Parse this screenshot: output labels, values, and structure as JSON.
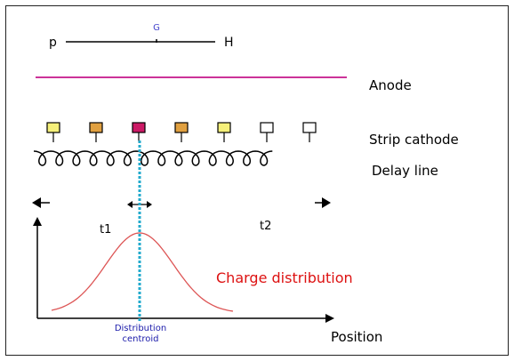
{
  "labels": {
    "p": "p",
    "g": "G",
    "h": "H",
    "anode": "Anode",
    "strip_cathode": "Strip cathode",
    "delay_line": "Delay line",
    "t1": "t1",
    "t2": "t2",
    "charge_distribution": "Charge distribution",
    "position": "Position",
    "centroid_line1": "Distribution",
    "centroid_line2": "centroid"
  },
  "pads": [
    {
      "fill": "#f5f07a"
    },
    {
      "fill": "#e0a040"
    },
    {
      "fill": "#cc1a66"
    },
    {
      "fill": "#e0a040"
    },
    {
      "fill": "#f5f07a"
    },
    {
      "fill": "#ffffff"
    },
    {
      "fill": "#ffffff"
    }
  ],
  "colors": {
    "anode": "#cc3399",
    "gaussian": "#dd5555",
    "centroid": "#22aacc",
    "charge_label": "#dd1111",
    "centroid_label": "#1a1aaa",
    "g_label": "#4444cc"
  }
}
